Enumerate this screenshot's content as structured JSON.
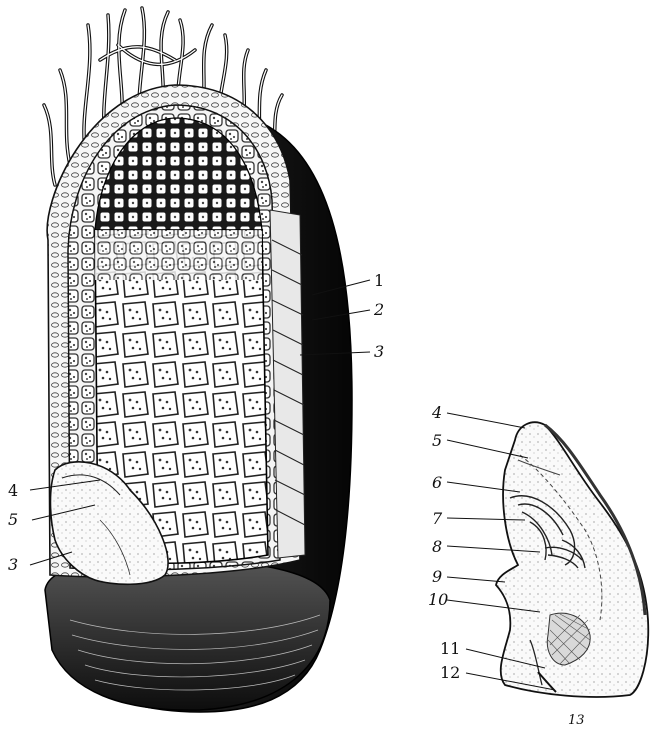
{
  "main_figure": {
    "labels": [
      "1",
      "2",
      "3",
      "4",
      "5",
      "3"
    ]
  },
  "section_figure": {
    "labels": [
      "4",
      "5",
      "6",
      "7",
      "8",
      "9",
      "10",
      "11",
      "12"
    ],
    "caption": "13"
  }
}
